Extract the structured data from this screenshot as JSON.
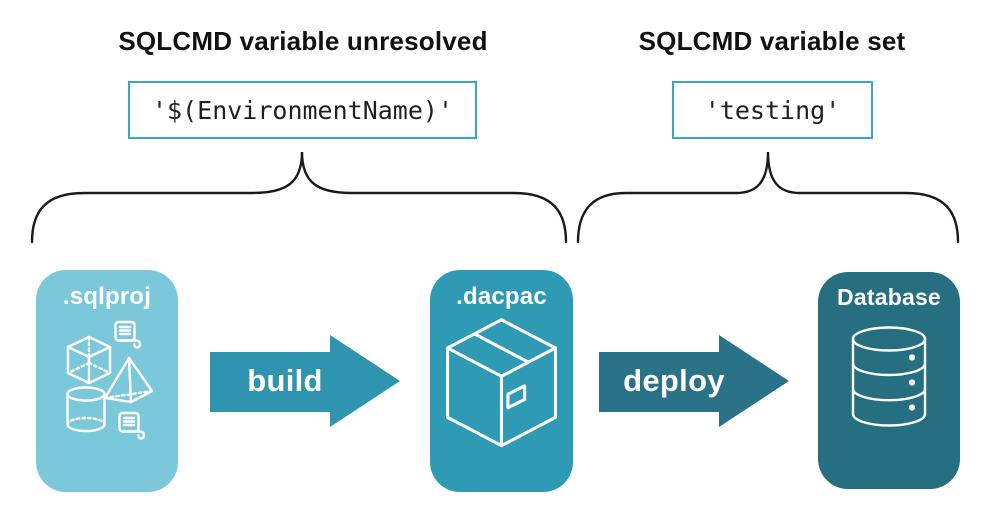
{
  "diagram": {
    "annotations": {
      "left": {
        "heading": "SQLCMD variable unresolved",
        "value": "'$(EnvironmentName)'"
      },
      "right": {
        "heading": "SQLCMD variable set",
        "value": "'testing'"
      }
    },
    "pipeline": {
      "stages": [
        {
          "label": ".sqlproj",
          "icon": "sql-objects-icon"
        },
        {
          "label": ".dacpac",
          "icon": "package-box-icon"
        },
        {
          "label": "Database",
          "icon": "database-cylinder-icon"
        }
      ],
      "arrows": [
        {
          "label": "build"
        },
        {
          "label": "deploy"
        }
      ]
    },
    "icons": {
      "sqlproj_cluster": [
        "script-scroll-icon",
        "cube-icon",
        "pyramid-icon",
        "cylinder-icon",
        "script-scroll-icon"
      ]
    },
    "colors": {
      "background": "#ffffff",
      "code_box_border": "#3aa6c3",
      "sqlproj_card": "#7cc8db",
      "build_arrow": "#2f94b0",
      "dacpac_card": "#2e9ab4",
      "deploy_arrow": "#2a7288",
      "database_card": "#266f80",
      "text": "#1a1a1a",
      "card_text": "#ffffff",
      "brace": "#1a1a1a"
    }
  }
}
